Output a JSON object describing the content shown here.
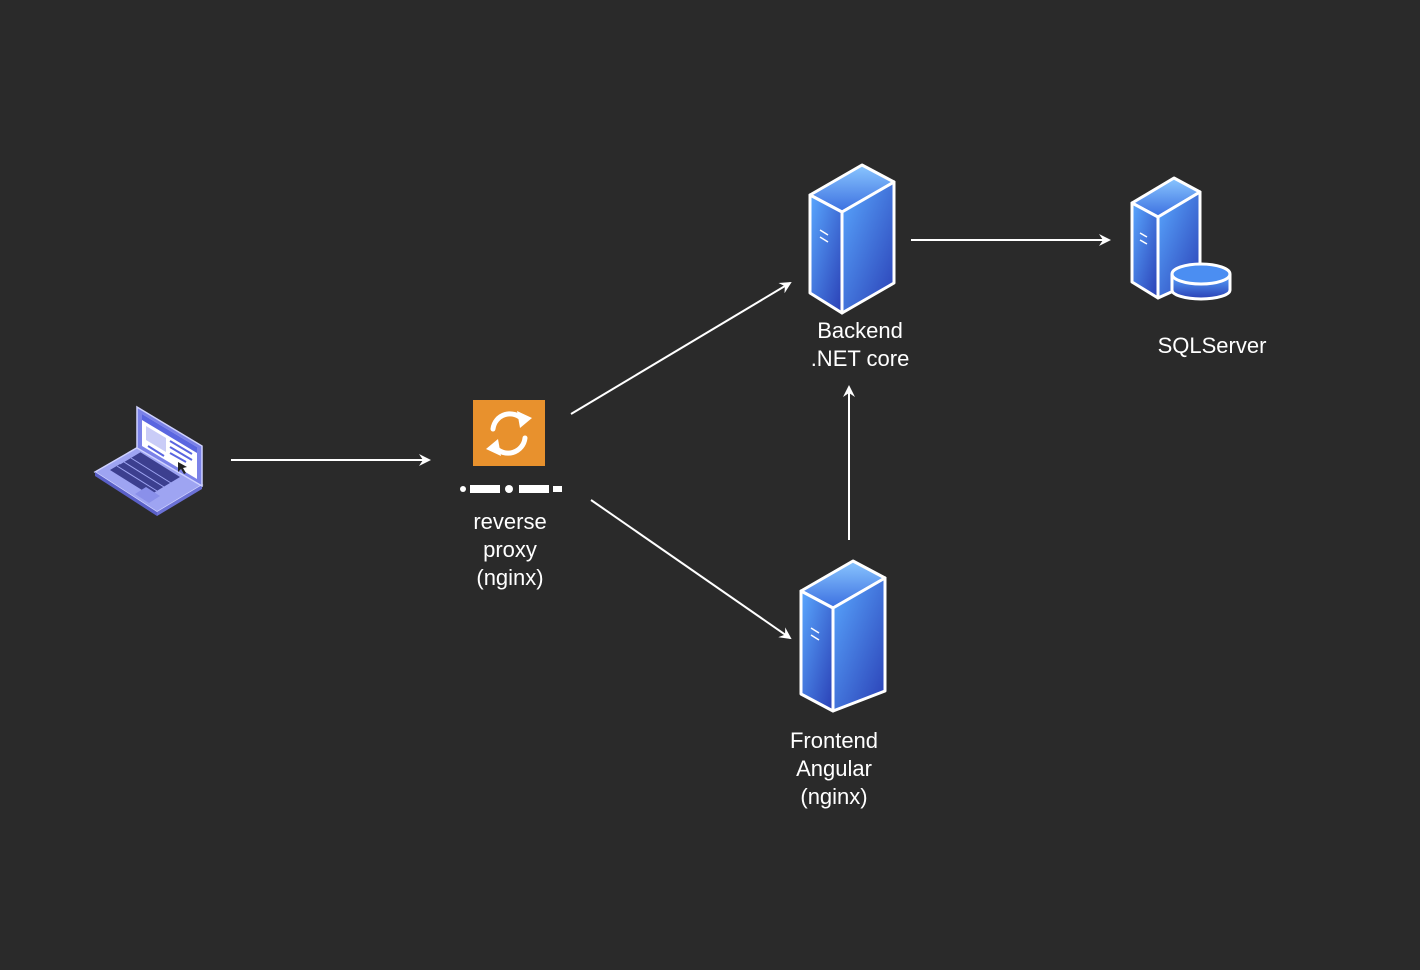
{
  "colors": {
    "background": "#2a2a2a",
    "connector": "#ffffff",
    "label_text": "#ffffff",
    "proxy_tile": "#e8912d",
    "server_front_light": "#5aa8ff",
    "server_front_dark": "#2a3fb5",
    "server_side_light": "#8ac6ff",
    "laptop_body": "#7b82e8"
  },
  "nodes": {
    "client": {
      "icon": "laptop-icon",
      "label": ""
    },
    "proxy": {
      "icon": "nginx-proxy-icon",
      "lines": [
        "reverse",
        "proxy",
        "(nginx)"
      ]
    },
    "backend": {
      "icon": "server-icon",
      "lines": [
        "Backend",
        ".NET core"
      ]
    },
    "database": {
      "icon": "database-server-icon",
      "lines": [
        "SQLServer"
      ]
    },
    "frontend": {
      "icon": "server-icon",
      "lines": [
        "Frontend",
        "Angular",
        "(nginx)"
      ]
    }
  },
  "edges": [
    {
      "from": "client",
      "to": "proxy"
    },
    {
      "from": "proxy",
      "to": "backend"
    },
    {
      "from": "proxy",
      "to": "frontend"
    },
    {
      "from": "frontend",
      "to": "backend"
    },
    {
      "from": "backend",
      "to": "database"
    }
  ]
}
